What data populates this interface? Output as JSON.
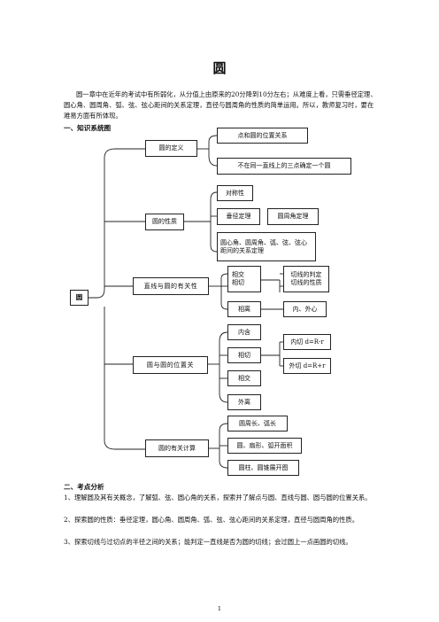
{
  "title": "圆",
  "intro": "圆一章中在近年的考试中有所弱化，从分值上由原来的20分降到10分左右；从难度上看，只需垂径定理、圆心角、圆周角、弧、弦、弦心距间的关系定理，直径与圆周角的性质的简单运用。所以，教师复习时，要在难易方面有所体现。",
  "section1_heading": "一、知识系统图",
  "diagram": {
    "root": "圆",
    "def": {
      "label": "圆的定义",
      "children": [
        "点和圆的位置关系",
        "不在同一直线上的三点确定一个圆"
      ]
    },
    "prop": {
      "label": "圆的性质",
      "symmetry": "对称性",
      "chord": "垂径定理",
      "inscribed": "圆周角定理",
      "relation": "圆心角、圆周角、弧、弦、弦心距间的关系定理"
    },
    "line": {
      "label": "直线与圆的有关性",
      "intersect": "相交",
      "tangent": "相切",
      "separate": "相离",
      "tangent_judge": "切线的判定",
      "tangent_prop": "切线的性质",
      "in_out": "内、外心"
    },
    "circ": {
      "label": "圆与圆的位置关",
      "contain": "内含",
      "tangent": "相切",
      "intersect": "相交",
      "apart": "外离",
      "inner": "内切 d=R-r",
      "outer": "外切 d=R+r"
    },
    "calc": {
      "label": "圆的有关计算",
      "arc": "圆周长、弧长",
      "area": "圆、扇形、弧开面积",
      "cone": "圆柱、圆锥展开图"
    }
  },
  "section2_heading": "二、考点分析",
  "points": [
    "1、理解圆及其有关概念，了解弧、弦、圆心角的关系，探索并了解点与圆、直线与圆、圆与圆的位置关系。",
    "2、探索圆的性质：垂径定理，圆心角、圆周角、弧、弦、弦心距间的关系定理，直径与圆周角的性质。",
    "3、探索切线与过切点的半径之间的关系；能判定一直线是否为圆的切线；会过圆上一点画圆的切线。"
  ],
  "page_number": "1"
}
